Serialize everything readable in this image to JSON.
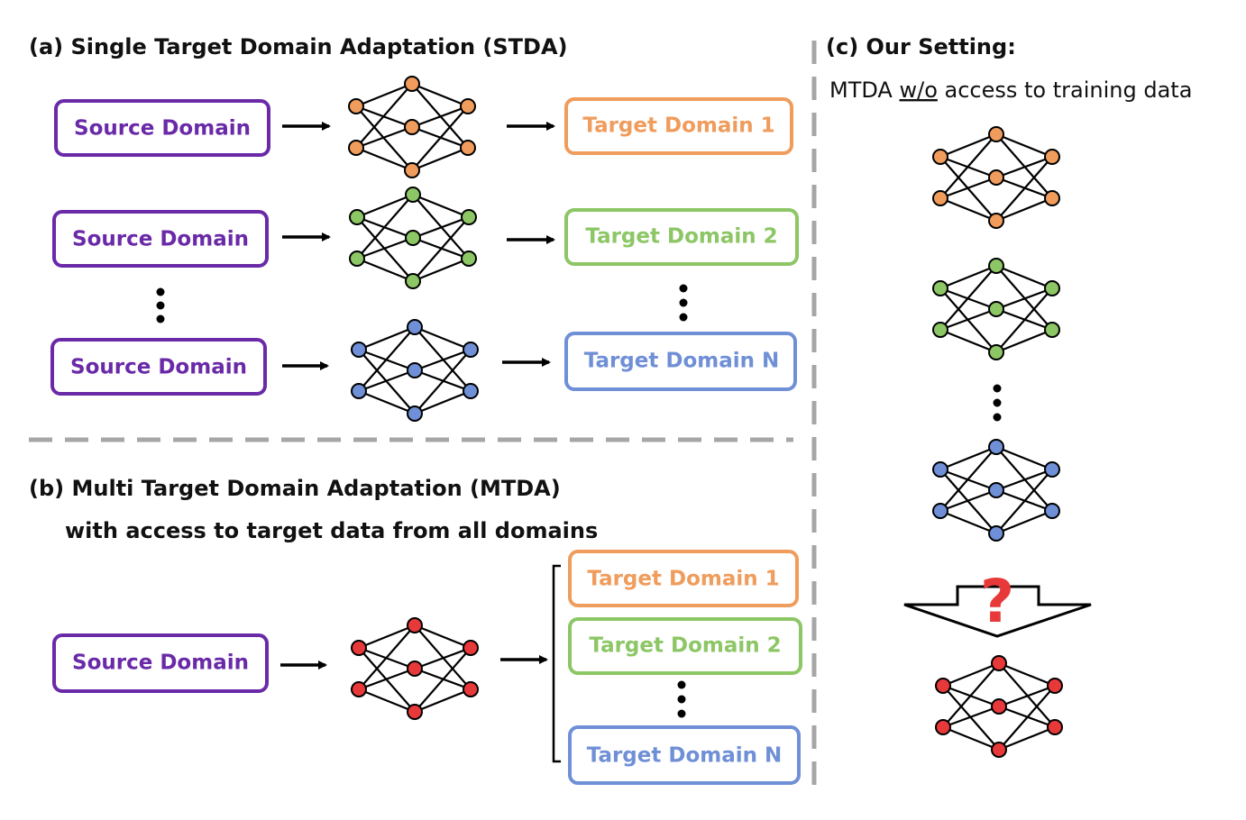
{
  "colors": {
    "source": "#6a2aa8",
    "orange": "#ef9c5c",
    "green": "#8cc665",
    "blue": "#6f8fd6",
    "red": "#e8393a",
    "question": "#e8393a",
    "divider": "#a6a6a6",
    "arrow": "#000000"
  },
  "section_a": {
    "title": "(a) Single Target Domain Adaptation (STDA)",
    "rows": [
      {
        "source": "Source Domain",
        "target": "Target Domain 1",
        "color": "orange"
      },
      {
        "source": "Source Domain",
        "target": "Target Domain 2",
        "color": "green"
      },
      {
        "source": "Source Domain",
        "target": "Target Domain N",
        "color": "blue"
      }
    ]
  },
  "section_b": {
    "title": "(b) Multi Target Domain Adaptation (MTDA)",
    "subtitle": "with access to target data from all domains",
    "source": "Source Domain",
    "targets": [
      {
        "label": "Target Domain 1",
        "color": "orange"
      },
      {
        "label": "Target Domain 2",
        "color": "green"
      },
      {
        "label": "Target Domain N",
        "color": "blue"
      }
    ]
  },
  "section_c": {
    "title": "(c) Our Setting:",
    "desc_pre": "MTDA ",
    "desc_underline": "w/o",
    "desc_post": " access to training data",
    "question_mark": "?"
  }
}
